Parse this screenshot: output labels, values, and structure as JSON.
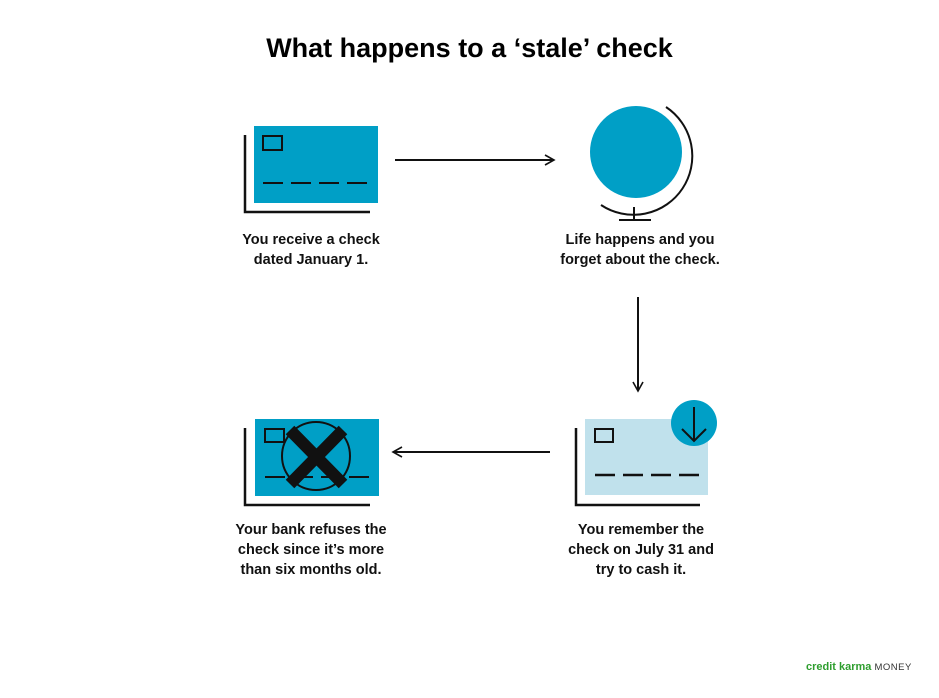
{
  "title": "What happens to a ‘stale’ check",
  "steps": [
    {
      "line1": "You receive a check",
      "line2": "dated January 1."
    },
    {
      "line1": "Life happens and you",
      "line2": "forget about the check."
    },
    {
      "line1": "You remember the",
      "line2": "check on July 31 and",
      "line3": "try to cash it."
    },
    {
      "line1": "Your bank refuses the",
      "line2": "check since it’s more",
      "line3": "than six months old."
    }
  ],
  "logo": {
    "brand": "credit karma",
    "product": "MONEY"
  },
  "colors": {
    "accent": "#009fc6",
    "light": "#c0e1ec",
    "ink": "#111111"
  }
}
